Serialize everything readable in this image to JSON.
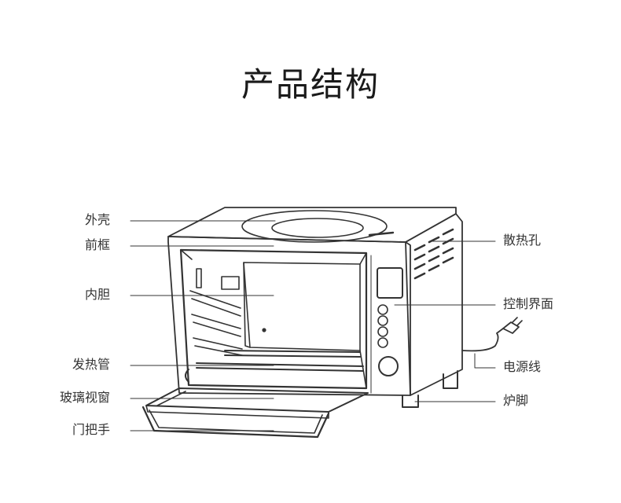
{
  "title": "产品结构",
  "labels": {
    "outer_shell": "外壳",
    "front_frame": "前框",
    "inner_liner": "内胆",
    "heating_tube": "发热管",
    "glass_window": "玻璃视窗",
    "door_handle": "门把手",
    "vent_holes": "散热孔",
    "control_panel": "控制界面",
    "power_cord": "电源线",
    "feet": "炉脚"
  },
  "colors": {
    "line": "#333333",
    "text": "#333333"
  }
}
